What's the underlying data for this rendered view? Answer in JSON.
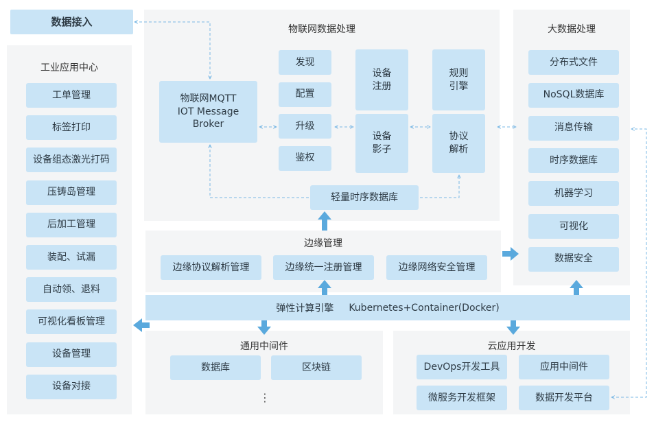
{
  "data_ingest": "数据接入",
  "industrial": {
    "title": "工业应用中心",
    "items": [
      "工单管理",
      "标签打印",
      "设备组态激光打码",
      "压铸岛管理",
      "后加工管理",
      "装配、试漏",
      "自动领、退料",
      "可视化看板管理",
      "设备管理",
      "设备对接"
    ]
  },
  "iot": {
    "title": "物联网数据处理",
    "mqtt": "物联网MQTT\nIOT Message\nBroker",
    "col1": [
      "发现",
      "配置",
      "升级",
      "鉴权"
    ],
    "device_register": "设备\n注册",
    "device_shadow": "设备\n影子",
    "rule_engine": "规则\n引擎",
    "protocol_parse": "协议\n解析",
    "tsdb": "轻量时序数据库"
  },
  "bigdata": {
    "title": "大数据处理",
    "items": [
      "分布式文件",
      "NoSQL数据库",
      "消息传输",
      "时序数据库",
      "机器学习",
      "可视化",
      "数据安全"
    ]
  },
  "edge": {
    "title": "边缘管理",
    "items": [
      "边缘协议解析管理",
      "边缘统一注册管理",
      "边缘网络安全管理"
    ]
  },
  "engine": {
    "label": "弹性计算引擎",
    "tech": "Kubernetes+Container(Docker)"
  },
  "middleware": {
    "title": "通用中间件",
    "items": [
      "数据库",
      "区块链"
    ],
    "more": "⋮"
  },
  "cloud": {
    "title": "云应用开发",
    "items": [
      "DevOps开发工具",
      "应用中间件",
      "微服务开发框架",
      "数据开发平台"
    ]
  },
  "colors": {
    "box": "#c9e4f6",
    "panel": "#f4f5f6",
    "arrow": "#5aa9dd",
    "dash": "#7ab8e4"
  }
}
